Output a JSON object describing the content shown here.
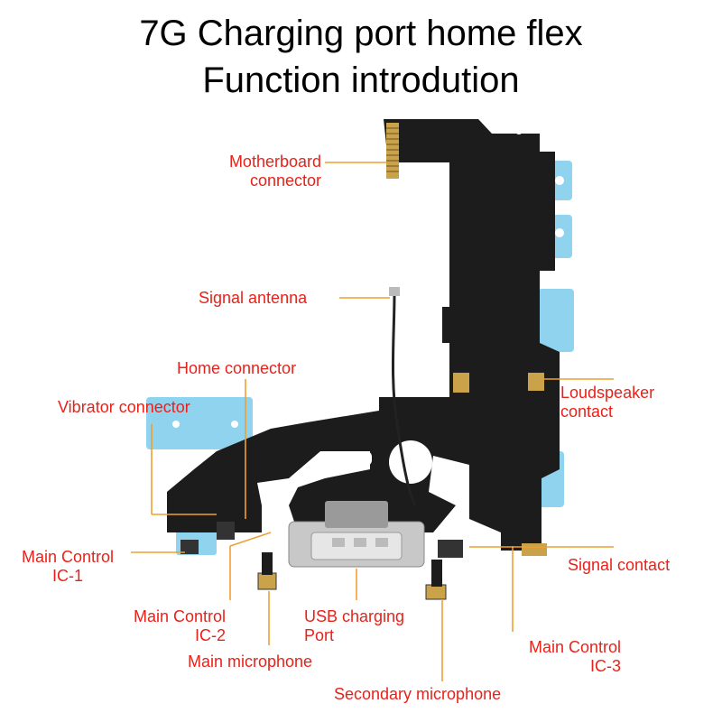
{
  "title": {
    "line1": "7G Charging port home flex",
    "line2": "Function introdution"
  },
  "labels": {
    "motherboard_1": "Motherboard",
    "motherboard_2": "connector",
    "signal_antenna": "Signal antenna",
    "home_connector": "Home connector",
    "vibrator_connector": "Vibrator connector",
    "loudspeaker_1": "Loudspeaker",
    "loudspeaker_2": "contact",
    "main_ic1_1": "Main Control",
    "main_ic1_2": "IC-1",
    "signal_contact": "Signal contact",
    "main_ic2_1": "Main Control",
    "main_ic2_2": "IC-2",
    "usb_1": "USB charging",
    "usb_2": "Port",
    "main_ic3_1": "Main Control",
    "main_ic3_2": "IC-3",
    "main_microphone": "Main microphone",
    "secondary_microphone": "Secondary microphone"
  },
  "colors": {
    "label": "#e8221a",
    "leader": "#f0a030",
    "flex": "#1c1c1c",
    "stiffener": "#8fd3ee",
    "gold": "#c9a24a"
  }
}
